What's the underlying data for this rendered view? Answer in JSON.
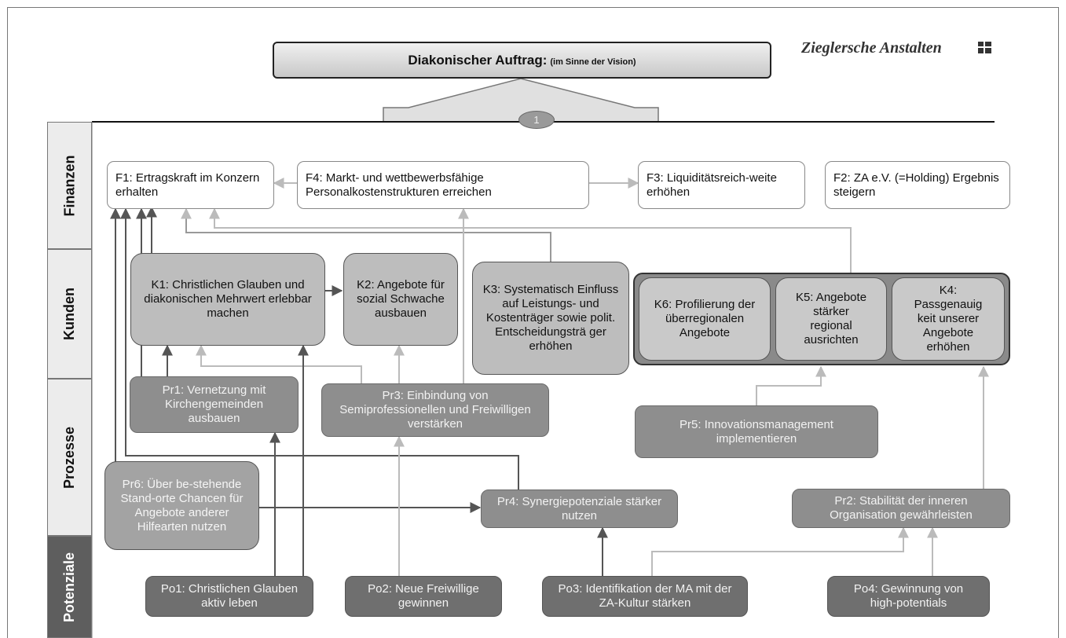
{
  "title": {
    "main": "Diakonischer Auftrag:",
    "sub": "(im Sinne der Vision)"
  },
  "logo": {
    "text": "Zieglersche Anstalten",
    "icon": "logo-mark-icon"
  },
  "badge": "1",
  "perspectives": {
    "finanzen": "Finanzen",
    "kunden": "Kunden",
    "prozesse": "Prozesse",
    "potenziale": "Potenziale"
  },
  "finanzen": {
    "f1": "F1: Ertragskraft im Konzern erhalten",
    "f4": "F4: Markt- und wettbewerbsfähige Personalkostenstrukturen erreichen",
    "f3": "F3: Liquiditätsreich-weite erhöhen",
    "f2": "F2: ZA e.V. (=Holding) Ergebnis steigern"
  },
  "kunden": {
    "k1": "K1: Christlichen Glauben und diakonischen Mehrwert erlebbar machen",
    "k2": "K2: Angebote für sozial Schwache ausbauen",
    "k3": "K3: Systematisch Einfluss auf Leistungs- und Kostenträger sowie polit. Entscheidungsträ ger erhöhen",
    "k6": "K6: Profilierung der überregionalen Angebote",
    "k5": "K5: Angebote stärker regional ausrichten",
    "k4": "K4: Passgenauig keit unserer Angebote erhöhen"
  },
  "prozesse": {
    "pr1": "Pr1: Vernetzung mit Kirchengemeinden ausbauen",
    "pr3": "Pr3: Einbindung von Semiprofessionellen und Freiwilligen verstärken",
    "pr5": "Pr5: Innovationsmanagement implementieren",
    "pr6": "Pr6: Über be-stehende Stand-orte Chancen für Angebote anderer Hilfearten nutzen",
    "pr4": "Pr4: Synergiepotenziale stärker nutzen",
    "pr2": "Pr2: Stabilität der inneren Organisation gewährleisten"
  },
  "potenziale": {
    "po1": "Po1: Christlichen Glauben aktiv leben",
    "po2": "Po2: Neue Freiwillige gewinnen",
    "po3": "Po3: Identifikation der MA mit der ZA-Kultur stärken",
    "po4": "Po4: Gewinnung von high-potentials"
  }
}
